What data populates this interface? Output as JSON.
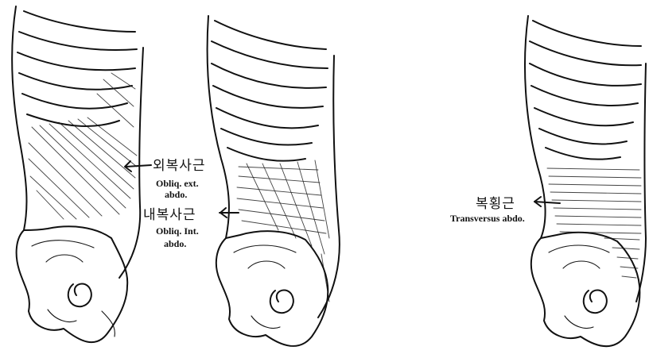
{
  "labels": {
    "external_oblique_ko": "외복사근",
    "external_oblique_en_line1": "Obliq. ext.",
    "external_oblique_en_line2": "abdo.",
    "internal_oblique_ko": "내복사근",
    "internal_oblique_en_line1": "Obliq. Int.",
    "internal_oblique_en_line2": "abdo.",
    "transversus_ko": "복횡근",
    "transversus_en": "Transversus abdo."
  },
  "colors": {
    "ink": "#111111",
    "background": "#ffffff"
  }
}
